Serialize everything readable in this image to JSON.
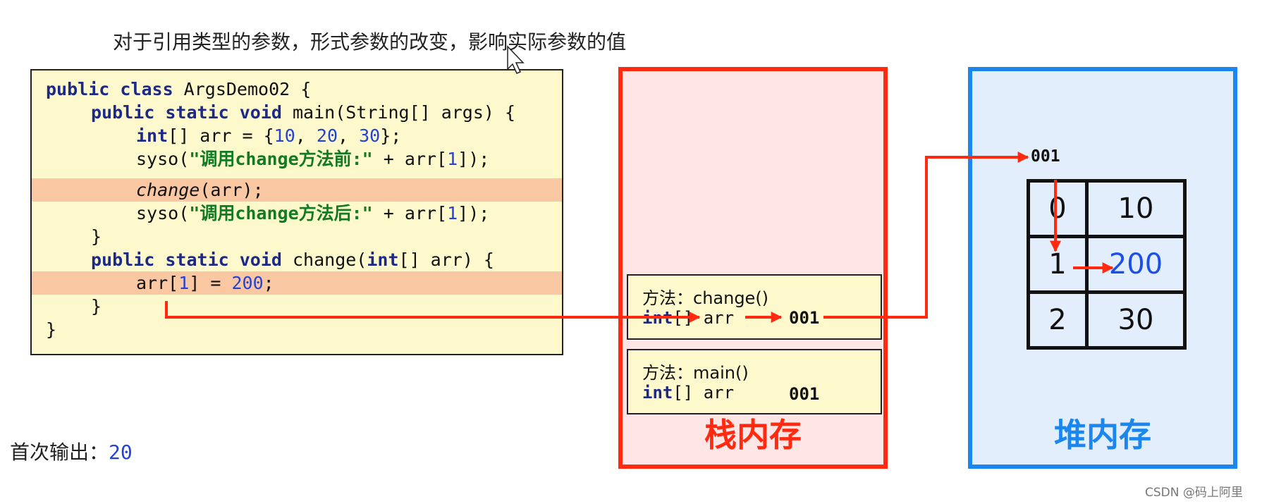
{
  "title": "对于引用类型的参数，形式参数的改变，影响实际参数的值",
  "code": {
    "l1_kw": "public class",
    "l1_rest": " ArgsDemo02 {",
    "l2_kw": "public static void",
    "l2_rest": " main(String[] args) {",
    "l3_kw": "int",
    "l3_a": "[] arr = {",
    "l3_n1": "10",
    "l3_b": ", ",
    "l3_n2": "20",
    "l3_c": ", ",
    "l3_n3": "30",
    "l3_d": "};",
    "l4_a": "syso(",
    "l4_str": "\"调用change方法前:\"",
    "l4_b": " + arr[",
    "l4_n": "1",
    "l4_c": "]);",
    "l5_call": "change",
    "l5_rest": "(arr);",
    "l6_a": "syso(",
    "l6_str": "\"调用change方法后:\"",
    "l6_b": " + arr[",
    "l6_n": "1",
    "l6_c": "]);",
    "l7": "}",
    "l8_kw1": "public static void",
    "l8_a": " change(",
    "l8_kw2": "int",
    "l8_b": "[] arr) {",
    "l9_a": "arr[",
    "l9_n1": "1",
    "l9_b": "] = ",
    "l9_n2": "200",
    "l9_c": ";",
    "l10": "}",
    "l11": "}"
  },
  "stack": {
    "title": "栈内存",
    "frame_change": {
      "label": "方法：change()",
      "kw": "int",
      "var": "[] arr",
      "ref": "001"
    },
    "frame_main": {
      "label": "方法：main()",
      "kw": "int",
      "var": "[] arr",
      "ref": "001"
    }
  },
  "heap": {
    "title": "堆内存",
    "address": "001",
    "rows": [
      {
        "index": "0",
        "value": "10"
      },
      {
        "index": "1",
        "value": "200"
      },
      {
        "index": "2",
        "value": "30"
      }
    ]
  },
  "output": {
    "label": "首次输出：",
    "value": "20"
  },
  "watermark": "CSDN @码上阿里",
  "colors": {
    "stack_border": "#ff2a10",
    "heap_border": "#1b87ee",
    "arrow": "#ff2a10",
    "highlight_row": "#f9c7a2",
    "code_bg": "#fdf9cd"
  }
}
